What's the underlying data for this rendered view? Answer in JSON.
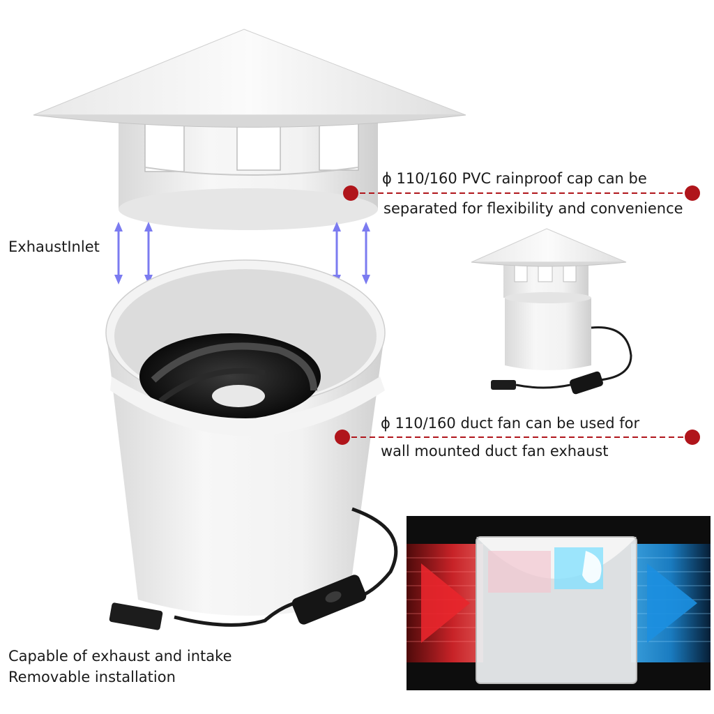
{
  "labels": {
    "cap_line1": "ϕ 110/160 PVC rainproof cap can be",
    "cap_line2": "separated for flexibility and convenience",
    "fan_line1": "ϕ 110/160 duct fan can be used for",
    "fan_line2": "wall mounted duct fan exhaust",
    "exhaust_inlet": "ExhaustInlet",
    "bottom_line1": "Capable of exhaust and intake",
    "bottom_line2": "Removable installation"
  },
  "colors": {
    "callout_red": "#b0151b",
    "arrow_blue": "#7b7bf0",
    "airflow_red": "#e8262c",
    "airflow_blue": "#1c8fe0",
    "panel_dark": "#0d0d0d"
  }
}
